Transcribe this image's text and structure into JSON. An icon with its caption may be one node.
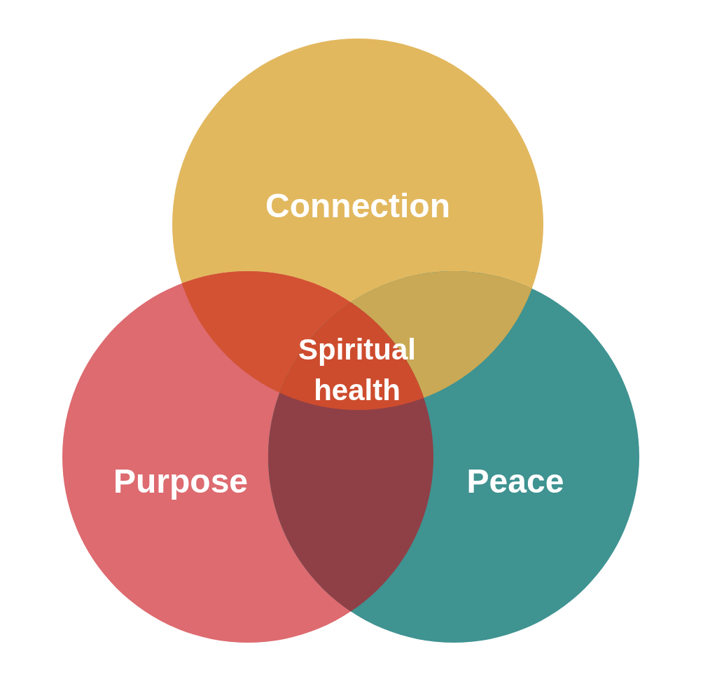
{
  "diagram": {
    "nodes": [
      {
        "text": [
          "Connection"
        ]
      },
      {
        "text": [
          "Purpose"
        ]
      },
      {
        "text": [
          "Peace"
        ]
      },
      {
        "text": [
          "Spiritual health"
        ]
      }
    ]
  }
}
